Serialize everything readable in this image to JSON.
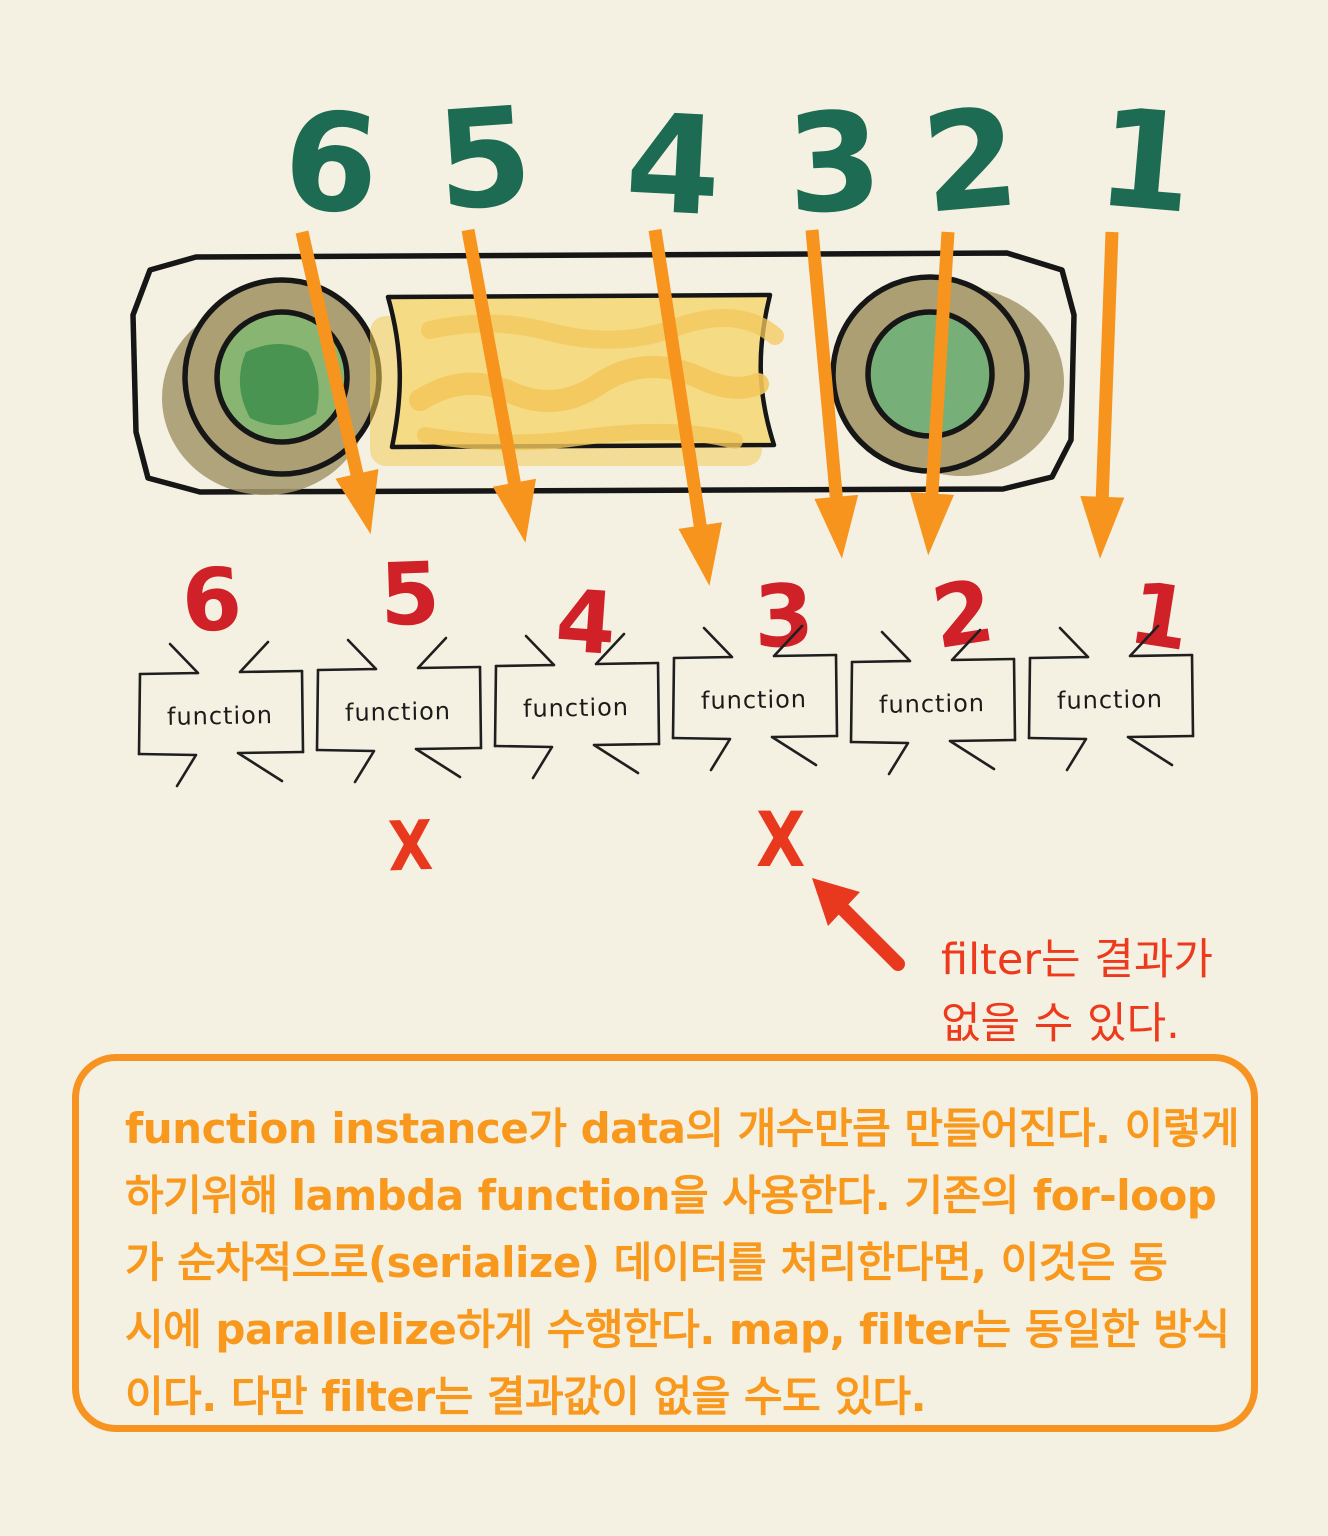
{
  "colors": {
    "background": "#f5f1e2",
    "arrow_orange": "#f7941e",
    "digit_green": "#1d6b52",
    "digit_red": "#cf2127",
    "x_mark_red": "#e8391f",
    "note_red": "#ee3a1c",
    "description_border_orange": "#f79320",
    "description_text_orange": "#f8981d",
    "belt_outline_black": "#161616",
    "wheel_tan": "#ab9f73",
    "wheel_green_left": "#88b571",
    "wheel_green_left_dark": "#41904c",
    "wheel_green_right": "#76b078",
    "cargo_yellow": "#f5db83",
    "cargo_yellow_scribble": "#f3c75c"
  },
  "top_sequence": {
    "labels": [
      "6",
      "5",
      "4",
      "3",
      "2",
      "1"
    ]
  },
  "bottom_sequence": {
    "labels": [
      "6",
      "5",
      "4",
      "3",
      "2",
      "1"
    ]
  },
  "function_boxes": {
    "label": "function",
    "count": 6
  },
  "x_marks": {
    "left": "X",
    "right": "X"
  },
  "filter_note": {
    "line1": "filter는 결과가",
    "line2": "없을 수 있다."
  },
  "description_box": {
    "lines": [
      "function instance가 data의 개수만큼 만들어진다. 이렇게",
      "하기위해 lambda function을 사용한다. 기존의 for-loop",
      "가 순차적으로(serialize) 데이터를 처리한다면, 이것은 동",
      "시에 parallelize하게 수행한다. map, filter는 동일한 방식",
      "이다. 다만 filter는 결과값이 없을 수도 있다."
    ]
  }
}
